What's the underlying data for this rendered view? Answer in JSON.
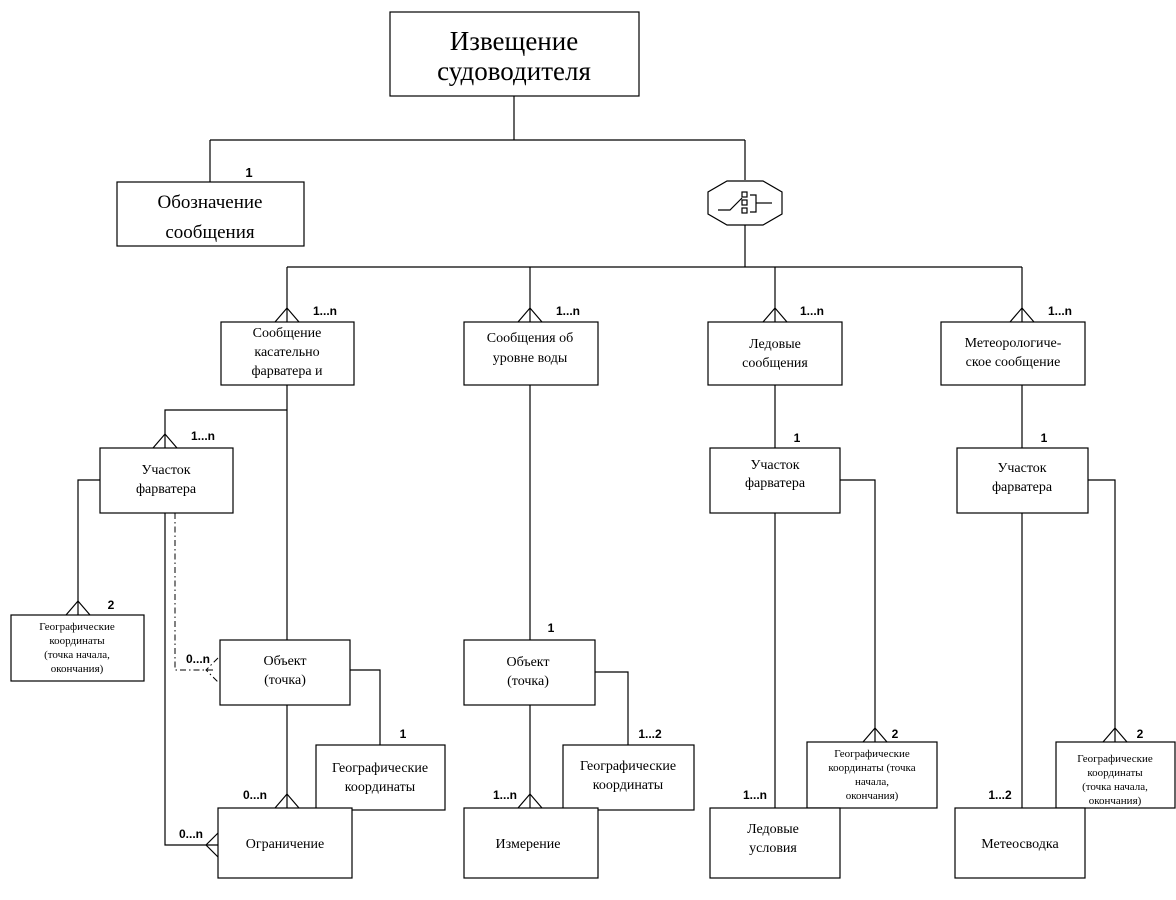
{
  "root": {
    "line1": "Извещение",
    "line2": "судоводителя"
  },
  "designation": {
    "line1": "Обозначение",
    "line2": "сообщения",
    "card": "1"
  },
  "switch_symbol": "switch-icon",
  "categories": [
    {
      "lines": [
        "Сообщение",
        "касательно",
        "фарватера и"
      ],
      "card": "1...n"
    },
    {
      "lines": [
        "Сообщения об",
        "уровне воды"
      ],
      "card": "1...n"
    },
    {
      "lines": [
        "Ледовые",
        "сообщения"
      ],
      "card": "1...n"
    },
    {
      "lines": [
        "Метеорологиче-",
        "ское сообщение"
      ],
      "card": "1...n"
    }
  ],
  "col1": {
    "segment": {
      "line1": "Участок",
      "line2": "фарватера",
      "card": "1...n"
    },
    "geo_coords": {
      "lines": [
        "Географические",
        "координаты",
        "(точка начала,",
        "окончания)"
      ],
      "card": "2"
    },
    "object": {
      "line1": "Объект",
      "line2": "(точка)",
      "card": "0...n"
    },
    "object_coords": {
      "line1": "Географические",
      "line2": "координаты",
      "card": "1"
    },
    "restriction": {
      "label": "Ограничение",
      "card_top": "0...n",
      "card_left": "0...n"
    }
  },
  "col2": {
    "object": {
      "line1": "Объект",
      "line2": "(точка)",
      "card": "1"
    },
    "coords": {
      "line1": "Географические",
      "line2": "координаты",
      "card": "1...2"
    },
    "measurement": {
      "label": "Измерение",
      "card": "1...n"
    }
  },
  "col3": {
    "segment": {
      "line1": "Участок",
      "line2": "фарватера",
      "card": "1"
    },
    "coords": {
      "lines": [
        "Географические",
        "координаты (точка",
        "начала,",
        "окончания)"
      ],
      "card": "2"
    },
    "ice": {
      "line1": "Ледовые",
      "line2": "условия",
      "card": "1...n"
    }
  },
  "col4": {
    "segment": {
      "line1": "Участок",
      "line2": "фарватера",
      "card": "1"
    },
    "coords": {
      "lines": [
        "Географические",
        "координаты",
        "(точка начала,",
        "окончания)"
      ],
      "card": "2"
    },
    "weather": {
      "label": "Метеосводка",
      "card": "1...2"
    }
  }
}
